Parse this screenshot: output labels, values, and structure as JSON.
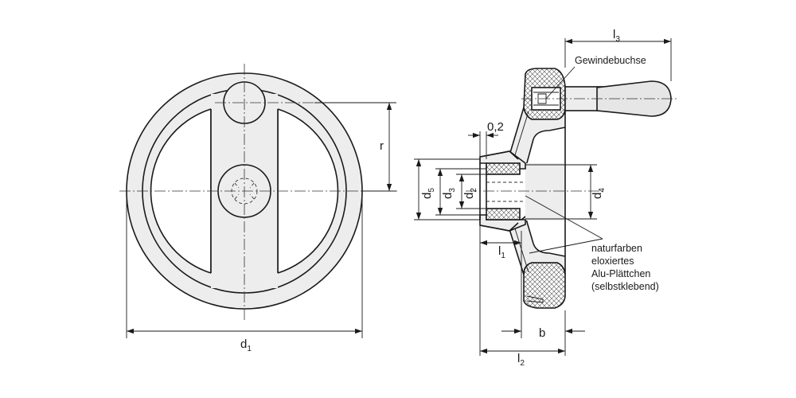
{
  "front_view": {
    "dim_d1": "d",
    "dim_d1_sub": "1",
    "dim_r": "r"
  },
  "side_view": {
    "dim_l3": "l",
    "dim_l3_sub": "3",
    "dim_gap": "0,2",
    "dim_d5": "d",
    "dim_d5_sub": "5",
    "dim_d3": "d",
    "dim_d3_sub": "3",
    "dim_d2": "d",
    "dim_d2_sub": "2",
    "dim_d4": "d",
    "dim_d4_sub": "4",
    "dim_l1": "l",
    "dim_l1_sub": "1",
    "dim_b": "b",
    "dim_l2": "l",
    "dim_l2_sub": "2",
    "label_threaded_bush": "Gewindebuchse",
    "label_plate_line1": "naturfarben",
    "label_plate_line2": "eloxiertes",
    "label_plate_line3": "Alu-Plättchen",
    "label_plate_line4": "(selbstklebend)"
  }
}
